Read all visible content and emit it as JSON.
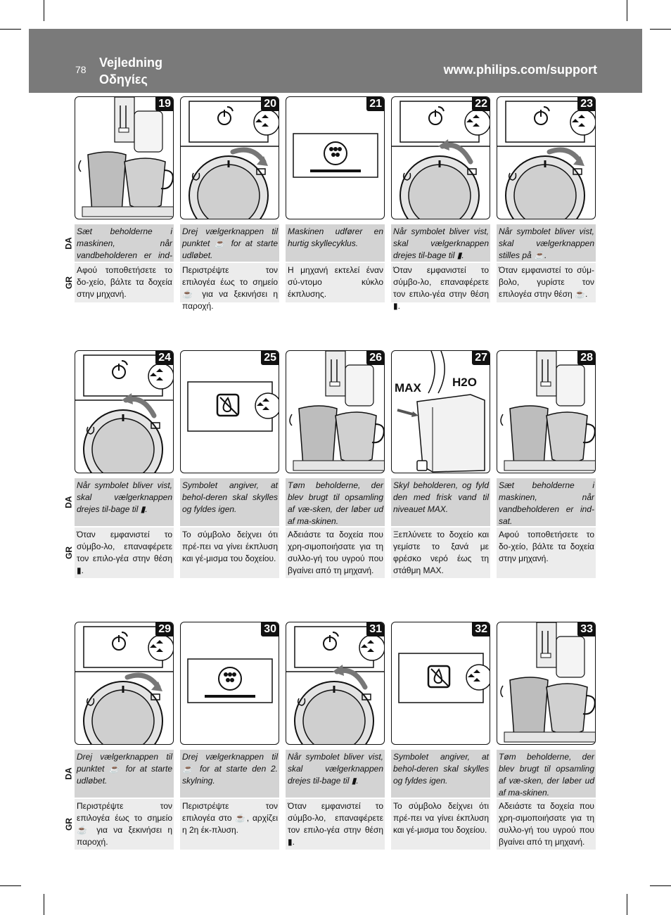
{
  "header": {
    "page_number": "78",
    "title_da": "Vejledning",
    "title_gr": "Οδηγίες",
    "website": "www.philips.com/support"
  },
  "languages": {
    "da": "DA",
    "gr": "GR"
  },
  "steps": [
    {
      "num": "19",
      "kind": "cups",
      "da": "Sæt beholderne i maskinen, når vandbeholderen er ind-sat.",
      "gr": "Αφού τοποθετήσετε το δο-χείο, βάλτε τα δοχεία στην μηχανή."
    },
    {
      "num": "20",
      "kind": "dial_right",
      "da": "Drej vælgerknappen til punktet ☕ for at starte udløbet.",
      "gr": "Περιστρέψτε τον επιλογέα έως το σημείο ☕ για να ξεκινήσει η παροχή."
    },
    {
      "num": "21",
      "kind": "display",
      "da": "Maskinen udfører en hurtig skyllecyklus.",
      "gr": "Η μηχανή εκτελεί έναν σύ-ντομο κύκλο έκπλυσης."
    },
    {
      "num": "22",
      "kind": "dial_left",
      "da": "Når symbolet bliver vist, skal vælgerknappen drejes til-bage til ▮.",
      "gr": "Όταν εμφανιστεί το σύμβο-λο, επαναφέρετε τον επιλο-γέα στην θέση ▮."
    },
    {
      "num": "23",
      "kind": "dial_right",
      "da": "Når symbolet bliver vist, skal vælgerknappen stilles på ☕.",
      "gr": "Όταν εμφανιστεί το σύμ-βολο, γυρίστε τον επιλογέα στην θέση ☕."
    },
    {
      "num": "24",
      "kind": "dial_left",
      "da": "Når symbolet bliver vist, skal vælgerknappen drejes til-bage til ▮.",
      "gr": "Όταν εμφανιστεί το σύμβο-λο, επαναφέρετε τον επιλο-γέα στην θέση ▮."
    },
    {
      "num": "25",
      "kind": "nowater",
      "da": "Symbolet angiver, at behol-deren skal skylles og fyldes igen.",
      "gr": "Το σύμβολο δείχνει ότι πρέ-πει να γίνει έκπλυση και γέ-μισμα του δοχείου."
    },
    {
      "num": "26",
      "kind": "cups",
      "da": "Tøm beholderne, der blev brugt til opsamling af væ-sken, der løber ud af ma-skinen.",
      "gr": "Αδειάστε τα δοχεία που χρη-σιμοποιήσατε για τη συλλο-γή του υγρού που βγαίνει από τη μηχανή."
    },
    {
      "num": "27",
      "kind": "tank",
      "da": "Skyl beholderen, og fyld den med frisk vand til niveauet MAX.",
      "gr": "Ξεπλύνετε το δοχείο και γεμίστε το ξανά με φρέσκο νερό έως τη στάθμη MAX."
    },
    {
      "num": "28",
      "kind": "cups",
      "da": "Sæt beholderne i maskinen, når vandbeholderen er ind-sat.",
      "gr": "Αφού τοποθετήσετε το δο-χείο, βάλτε τα δοχεία στην μηχανή."
    },
    {
      "num": "29",
      "kind": "dial_right",
      "da": "Drej vælgerknappen til punktet ☕ for at starte udløbet.",
      "gr": "Περιστρέψτε τον επιλογέα έως το σημείο ☕ για να ξεκινήσει η παροχή."
    },
    {
      "num": "30",
      "kind": "display",
      "da": "Drej vælgerknappen til ☕ for at starte den 2. skylning.",
      "gr": "Περιστρέψτε τον επιλογέα στο ☕, αρχίζει η 2η έκ-πλυση."
    },
    {
      "num": "31",
      "kind": "dial_left",
      "da": "Når symbolet bliver vist, skal vælgerknappen drejes til-bage til ▮.",
      "gr": "Όταν εμφανιστεί το σύμβο-λο, επαναφέρετε τον επιλο-γέα στην θέση ▮."
    },
    {
      "num": "32",
      "kind": "nowater",
      "da": "Symbolet angiver, at behol-deren skal skylles og fyldes igen.",
      "gr": "Το σύμβολο δείχνει ότι πρέ-πει να γίνει έκπλυση και γέ-μισμα του δοχείου."
    },
    {
      "num": "33",
      "kind": "cups",
      "da": "Tøm beholderne, der blev brugt til opsamling af væ-sken, der løber ud af ma-skinen.",
      "gr": "Αδειάστε τα δοχεία που χρη-σιμοποιήσατε για τη συλλο-γή του υγρού που βγαίνει από τη μηχανή."
    }
  ],
  "tank_labels": {
    "max": "MAX",
    "h2o": "H2O"
  }
}
